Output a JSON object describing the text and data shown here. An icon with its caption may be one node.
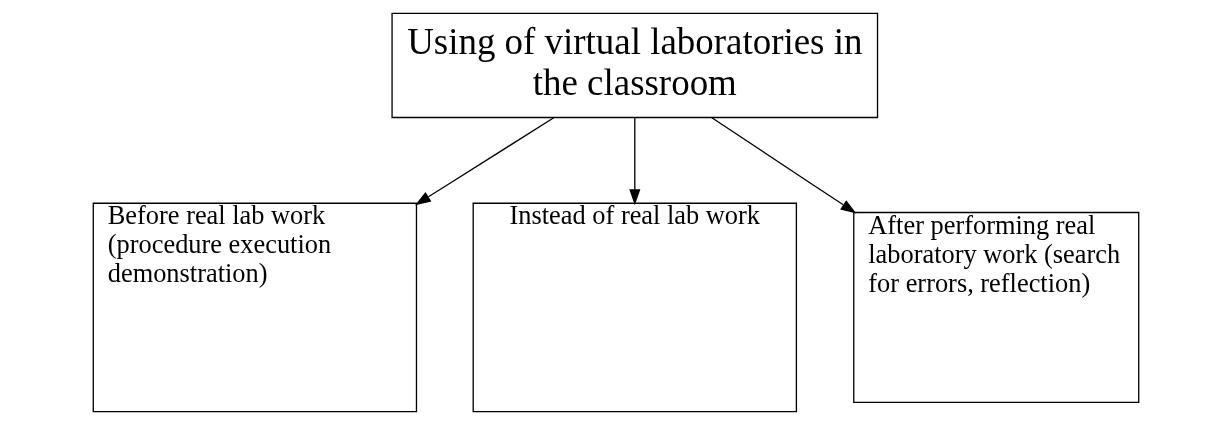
{
  "diagram": {
    "nodes": [
      {
        "text": [
          "Using of virtual laboratories in the classroom"
        ]
      },
      {
        "text": [
          "Before real lab work (procedure execution demonstration)"
        ]
      },
      {
        "text": [
          "Instead of real lab work"
        ]
      },
      {
        "text": [
          "After performing real laboratory work (search for errors, reflection)"
        ]
      }
    ],
    "edges": [
      {
        "from": 0,
        "to": 1,
        "arrow": "to"
      },
      {
        "from": 0,
        "to": 2,
        "arrow": "to"
      },
      {
        "from": 0,
        "to": 3,
        "arrow": "to"
      }
    ]
  }
}
